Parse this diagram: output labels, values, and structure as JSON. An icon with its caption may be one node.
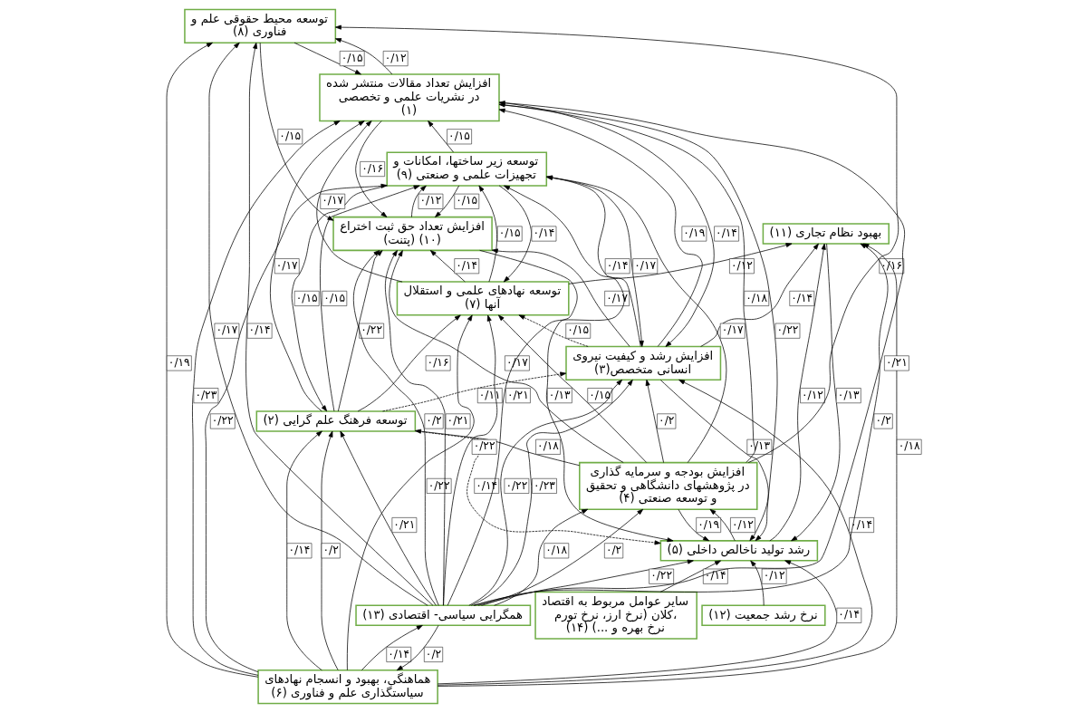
{
  "diagram": {
    "nodes": [
      {
        "text": [
          "رشد تولید ناخالص داخلی (۵)"
        ]
      },
      {
        "text": [
          "بهبود نظام تجاری (۱۱)"
        ]
      },
      {
        "text": [
          "سایر عوامل مربوط به اقتصاد کلان (نرخ ارز، نرخ تورم، نرخ بهره و ...) (۱۴)"
        ]
      },
      {
        "text": [
          "نرخ رشد جمعیت (۱۲)"
        ]
      },
      {
        "text": [
          "افزایش تعداد حق ثبت اختراع (پتنت) (۱۰)"
        ]
      },
      {
        "text": [
          "توسعه محیط حقوقی علم و فناوری (۸)"
        ]
      },
      {
        "text": [
          "افزایش تعداد مقالات منتشر شده در نشریات علمی و تخصصی (۱)"
        ]
      },
      {
        "text": [
          "توسعه زیر ساختها، امکانات و تجهیزات علمی و صنعتی (۹)"
        ]
      },
      {
        "text": [
          "توسعه نهادهای علمی و استقلال آنها (۷)"
        ]
      },
      {
        "text": [
          "افزایش رشد و کیفیت نیروی انسانی متخصص(۳)"
        ]
      },
      {
        "text": [
          "توسعه فرهنگ علم گرایی (۲)"
        ]
      },
      {
        "text": [
          "افزایش بودجه و سرمایه گذاری در پژوهشهای دانشگاهی و تحقیق و توسعه صنعتی (۴)"
        ]
      },
      {
        "text": [
          "هماهنگی، بهبود و انسجام نهادهای سیاستگذاری علم و فناوری (۶)"
        ]
      },
      {
        "text": [
          "همگرایی سیاسی- اقتصادی (۱۳)"
        ]
      }
    ],
    "edges": [
      {
        "from": 12,
        "to": 0,
        "arrow": "to",
        "label": "۰/۱۴"
      },
      {
        "from": 6,
        "to": 0,
        "arrow": "to",
        "label": "۰/۲۲"
      },
      {
        "from": 2,
        "to": 0,
        "arrow": "to",
        "label": "۰/۱۴"
      },
      {
        "from": 4,
        "to": 0,
        "arrow": "to",
        "label": "۰/۱۳"
      },
      {
        "from": 13,
        "to": 0,
        "arrow": "to",
        "label": "۰/۲۲"
      },
      {
        "from": 10,
        "to": 0,
        "arrow": "to",
        "label": "۰/۱۴",
        "style": "dashed"
      },
      {
        "from": 9,
        "to": 0,
        "arrow": "to",
        "label": "۰/۱۳"
      },
      {
        "from": 3,
        "to": 0,
        "arrow": "to",
        "label": "۰/۱۲"
      },
      {
        "from": 11,
        "to": 0,
        "arrow": "to",
        "label": "۰/۱۹"
      },
      {
        "from": 1,
        "to": 0,
        "arrow": "to",
        "label": "۰/۱۳"
      },
      {
        "from": 0,
        "to": 1,
        "arrow": "to",
        "label": "۰/۱۲"
      },
      {
        "from": 13,
        "to": 1,
        "arrow": "to",
        "label": "۰/۲"
      },
      {
        "from": 8,
        "to": 1,
        "arrow": "to",
        "label": "۰/۱۲"
      },
      {
        "from": 9,
        "to": 1,
        "arrow": "to",
        "label": "۰/۱۴"
      },
      {
        "from": 12,
        "to": 1,
        "arrow": "to",
        "label": "۰/۱۸"
      },
      {
        "from": 13,
        "to": 4,
        "arrow": "to",
        "label": "۰/۲۱"
      },
      {
        "from": 8,
        "to": 4,
        "arrow": "to",
        "label": "۰/۱۴"
      },
      {
        "from": 10,
        "to": 4,
        "arrow": "to",
        "label": "۰/۲۲"
      },
      {
        "from": 6,
        "to": 4,
        "arrow": "to",
        "label": "۰/۱۶"
      },
      {
        "from": 9,
        "to": 4,
        "arrow": "to",
        "label": "۰/۱۷"
      },
      {
        "from": 5,
        "to": 4,
        "arrow": "to",
        "label": "۰/۱۵"
      },
      {
        "from": 7,
        "to": 4,
        "arrow": "to",
        "label": "۰/۱۵"
      },
      {
        "from": 11,
        "to": 4,
        "arrow": "to",
        "label": "۰/۱۷"
      },
      {
        "from": 13,
        "to": 4,
        "arrow": "to",
        "label": "۰/۲"
      },
      {
        "from": 13,
        "to": 6,
        "arrow": "to",
        "label": "۰/۲۱"
      },
      {
        "from": 10,
        "to": 6,
        "arrow": "to",
        "label": "۰/۱۷"
      },
      {
        "from": 12,
        "to": 6,
        "arrow": "to",
        "label": "۰/۲۳"
      },
      {
        "from": 8,
        "to": 6,
        "arrow": "to",
        "label": "۰/۱۷"
      },
      {
        "from": 7,
        "to": 6,
        "arrow": "to",
        "label": "۰/۱۵"
      },
      {
        "from": 5,
        "to": 6,
        "arrow": "to",
        "label": "۰/۱۵"
      },
      {
        "from": 11,
        "to": 6,
        "arrow": "to",
        "label": "۰/۱۸"
      },
      {
        "from": 9,
        "to": 6,
        "arrow": "to",
        "label": "۰/۱۹"
      },
      {
        "from": 10,
        "to": 8,
        "arrow": "to",
        "label": "۰/۱۶"
      },
      {
        "from": 7,
        "to": 8,
        "arrow": "to",
        "label": "۰/۱۴"
      },
      {
        "from": 9,
        "to": 8,
        "arrow": "to",
        "label": "۰/۱۵",
        "style": "dashed"
      },
      {
        "from": 11,
        "to": 8,
        "arrow": "to",
        "label": "۰/۱۵"
      },
      {
        "from": 12,
        "to": 8,
        "arrow": "to",
        "label": "۰/۲۲"
      },
      {
        "from": 13,
        "to": 8,
        "arrow": "to",
        "label": "۰/۲۲"
      },
      {
        "from": 12,
        "to": 10,
        "arrow": "to",
        "label": "۰/۱۴"
      },
      {
        "from": 7,
        "to": 10,
        "arrow": "to",
        "label": "۰/۱۵"
      },
      {
        "from": 11,
        "to": 10,
        "arrow": "to",
        "label": "۰/۱۸"
      },
      {
        "from": 13,
        "to": 10,
        "arrow": "to",
        "label": "۰/۲۱"
      },
      {
        "from": 12,
        "to": 10,
        "arrow": "to",
        "label": "۰/۲"
      },
      {
        "from": 12,
        "to": 5,
        "arrow": "to",
        "label": "۰/۱۹"
      },
      {
        "from": 13,
        "to": 5,
        "arrow": "to",
        "label": "۰/۱۴"
      },
      {
        "from": 6,
        "to": 5,
        "arrow": "to",
        "label": "۰/۱۲"
      },
      {
        "from": 11,
        "to": 5,
        "arrow": "to",
        "label": "۰/۱۶"
      },
      {
        "from": 13,
        "to": 5,
        "arrow": "to",
        "label": "۰/۱۷"
      },
      {
        "from": 4,
        "to": 7,
        "arrow": "to",
        "label": "۰/۱۲"
      },
      {
        "from": 8,
        "to": 7,
        "arrow": "to",
        "label": "۰/۱۵"
      },
      {
        "from": 12,
        "to": 7,
        "arrow": "to",
        "label": "۰/۲۲"
      },
      {
        "from": 13,
        "to": 7,
        "arrow": "to",
        "label": "۰/۲۱"
      },
      {
        "from": 9,
        "to": 7,
        "arrow": "to",
        "label": "۰/۱۴"
      },
      {
        "from": 7,
        "to": 9,
        "arrow": "to",
        "label": "۰/۱۷"
      },
      {
        "from": 11,
        "to": 7,
        "arrow": "to",
        "label": "۰/۱۷"
      },
      {
        "from": 10,
        "to": 7,
        "arrow": "to",
        "label": "۰/۱۵"
      },
      {
        "from": 6,
        "to": 9,
        "arrow": "to",
        "label": "۰/۱۴"
      },
      {
        "from": 10,
        "to": 9,
        "arrow": "to",
        "label": "۰/۱۱",
        "style": "dashed"
      },
      {
        "from": 12,
        "to": 9,
        "arrow": "to",
        "label": "۰/۱۴"
      },
      {
        "from": 13,
        "to": 9,
        "arrow": "to",
        "label": "۰/۲۲"
      },
      {
        "from": 11,
        "to": 9,
        "arrow": "to",
        "label": "۰/۲"
      },
      {
        "from": 13,
        "to": 9,
        "arrow": "to",
        "label": "۰/۲۳"
      },
      {
        "from": 0,
        "to": 11,
        "arrow": "to",
        "label": "۰/۱۲"
      },
      {
        "from": 13,
        "to": 11,
        "arrow": "to",
        "label": "۰/۱۸"
      },
      {
        "from": 13,
        "to": 11,
        "arrow": "to",
        "label": "۰/۲"
      },
      {
        "from": 12,
        "to": 13,
        "arrow": "to",
        "label": "۰/۱۴"
      },
      {
        "from": 13,
        "to": 12,
        "arrow": "to",
        "label": "۰/۲"
      }
    ]
  }
}
